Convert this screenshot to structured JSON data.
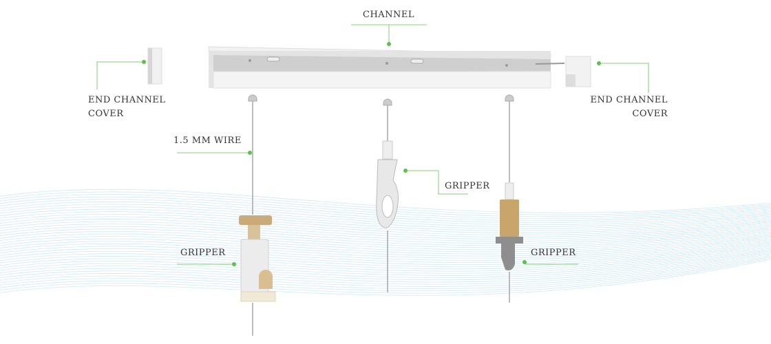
{
  "labels": {
    "channel": "CHANNEL",
    "end_cover_left": [
      "END CHANNEL",
      "COVER"
    ],
    "end_cover_right": [
      "END CHANNEL",
      "COVER"
    ],
    "wire": "1.5 MM WIRE",
    "gripper_left": "GRIPPER",
    "gripper_middle": "GRIPPER",
    "gripper_right": "GRIPPER"
  },
  "colors": {
    "accent": "#5cc04a",
    "wave": "#cfe9f5"
  }
}
